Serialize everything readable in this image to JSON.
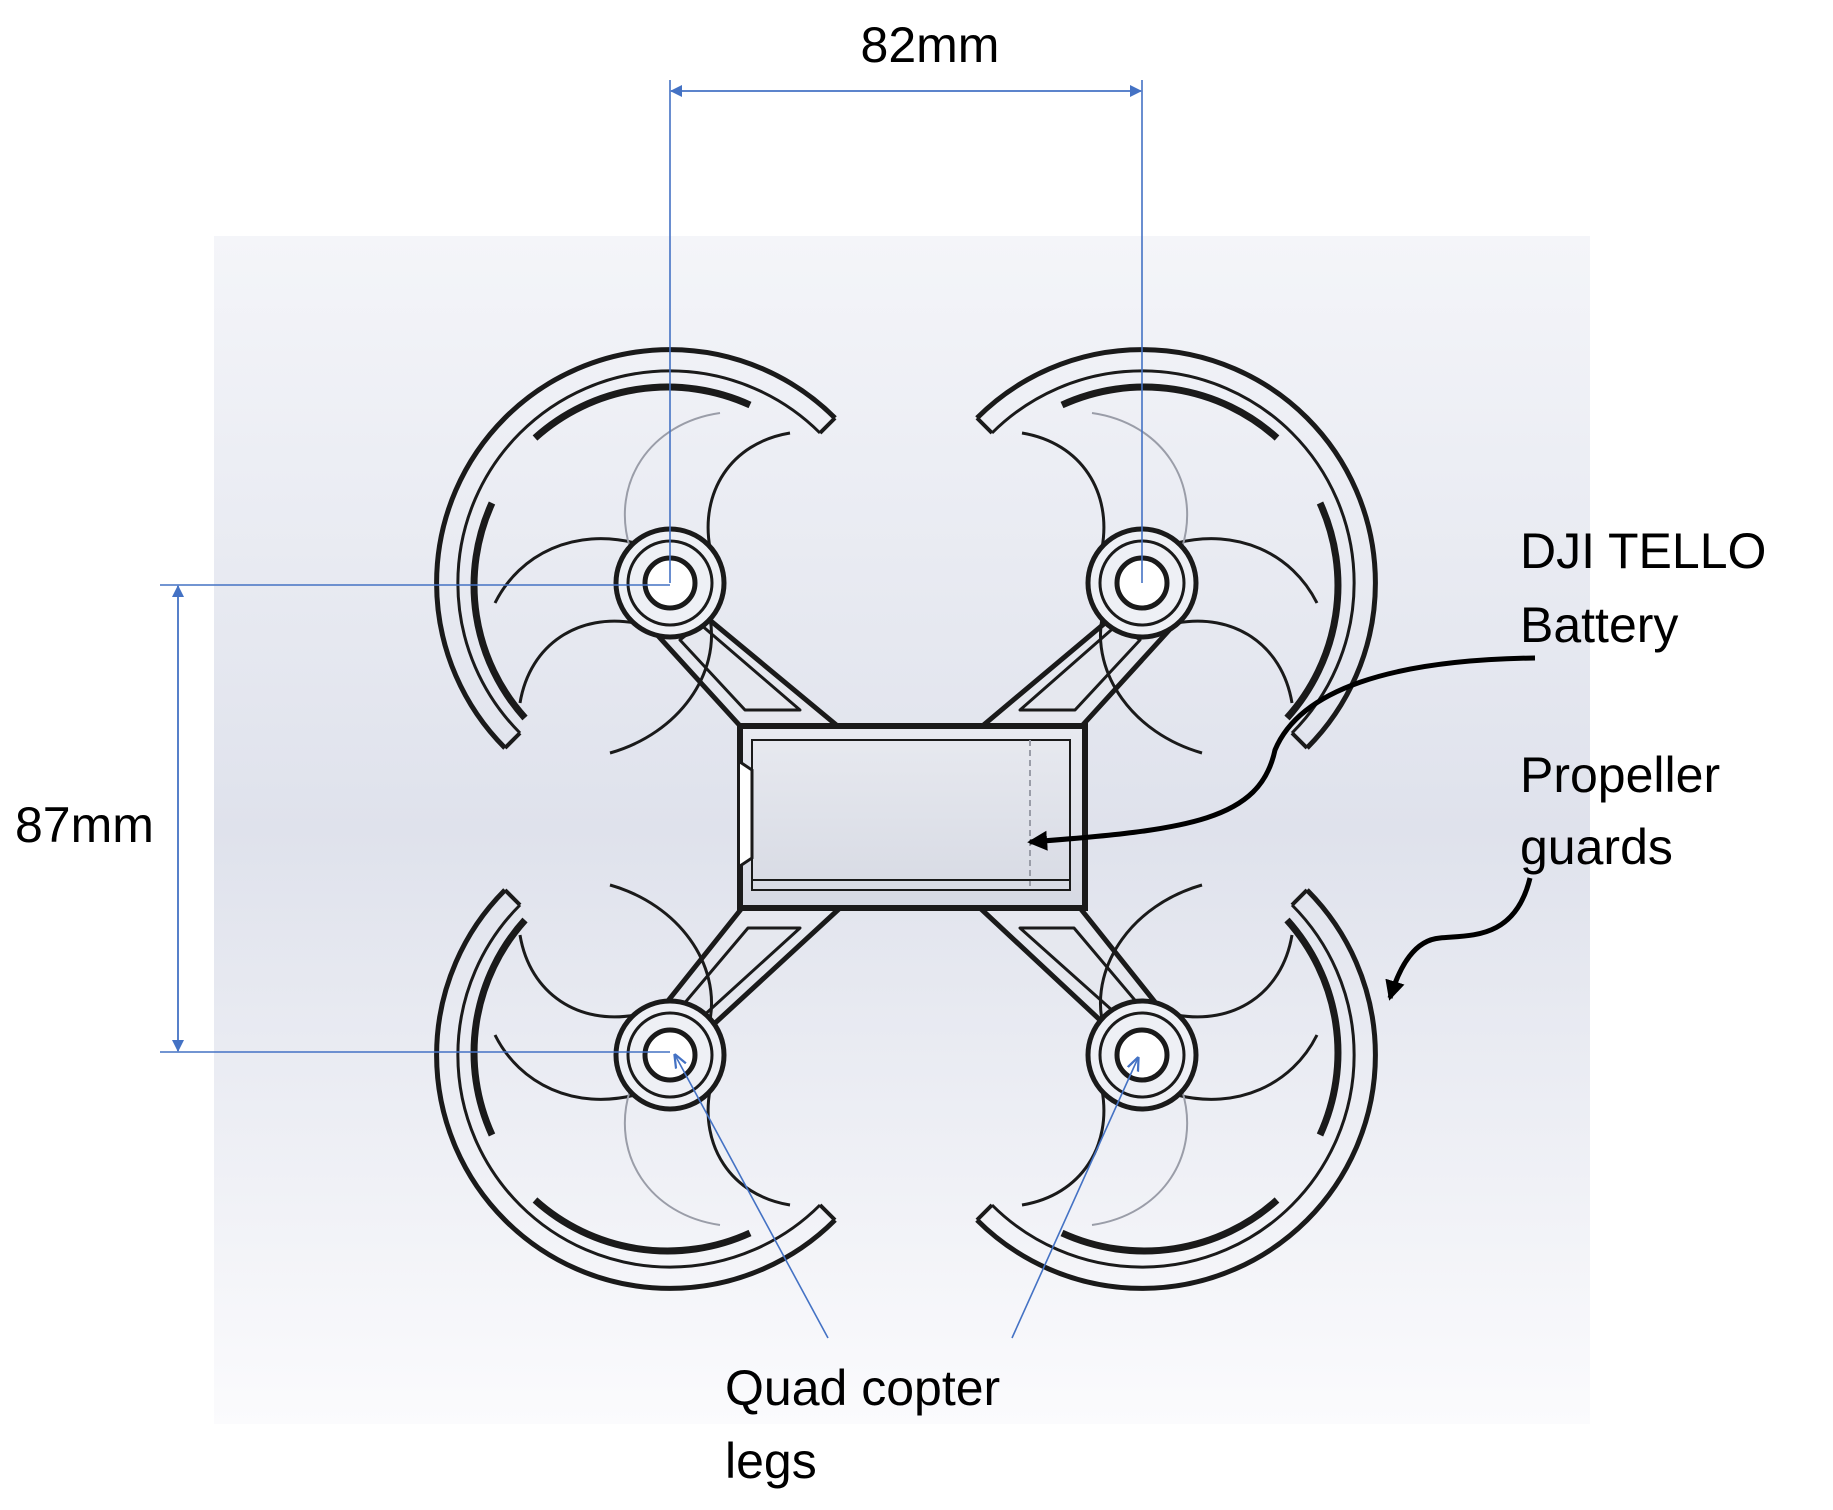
{
  "dimensions": {
    "width_label": "82mm",
    "height_label": "87mm"
  },
  "callouts": {
    "battery": [
      "DJI TELLO",
      "Battery"
    ],
    "guards": [
      "Propeller",
      "guards"
    ],
    "legs": [
      "Quad copter",
      "legs"
    ]
  },
  "colors": {
    "dimension_line": "#4472c4",
    "drawing_stroke": "#1a1a1a",
    "background_panel": "#e3e6ef",
    "page": "#ffffff"
  }
}
